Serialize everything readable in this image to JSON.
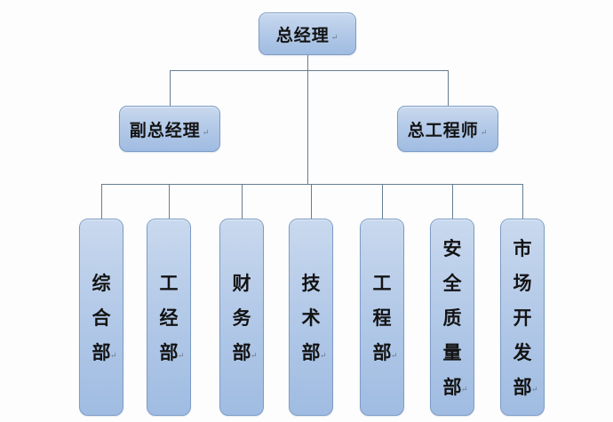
{
  "chart": {
    "enter_mark": "↵",
    "root": {
      "label": "总经理"
    },
    "level2": [
      {
        "label": "副总经理"
      },
      {
        "label": "总工程师"
      }
    ],
    "departments": [
      {
        "label": "综合部"
      },
      {
        "label": "工经部"
      },
      {
        "label": "财务部"
      },
      {
        "label": "技术部"
      },
      {
        "label": "工程部"
      },
      {
        "label": "安全质量部"
      },
      {
        "label": "市场开发部"
      }
    ]
  },
  "colors": {
    "box_fill_top": "#c9d9ee",
    "box_fill_bottom": "#a0bce2",
    "box_border": "#7d9cc6",
    "connector": "#657e91",
    "text": "#131313",
    "background": "#fdfdfd"
  }
}
